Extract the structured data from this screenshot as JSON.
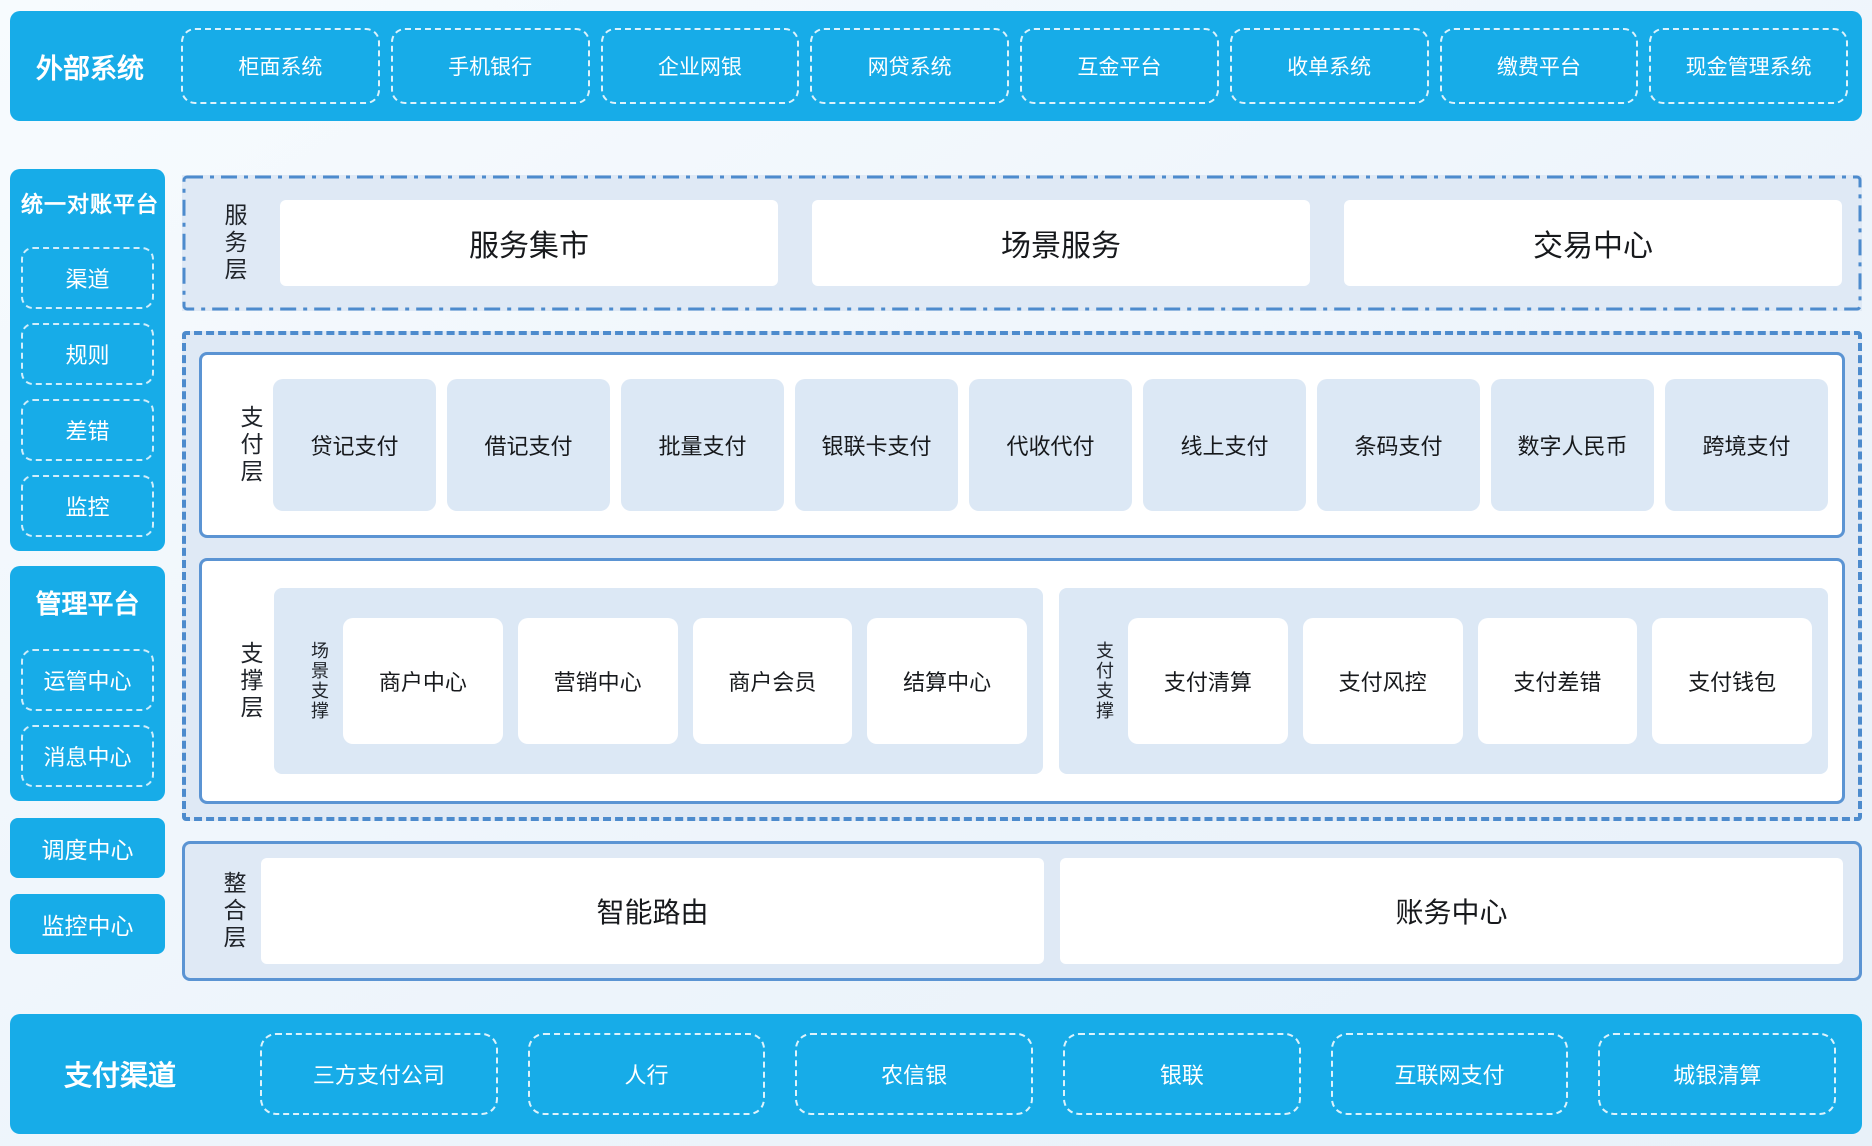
{
  "colors": {
    "primary_blue": "#17ACE8",
    "panel_light_blue": "#DFE9F5",
    "chip_light_blue": "#DCE8F5",
    "solid_border_blue": "#5B94D3",
    "dashed_border_blue": "#4D8BCD",
    "text_dark": "#1F2329",
    "text_white": "#FFFFFF"
  },
  "external_systems_bar": {
    "label": "外部系统",
    "items": [
      "柜面系统",
      "手机银行",
      "企业网银",
      "网贷系统",
      "互金平台",
      "收单系统",
      "缴费平台",
      "现金管理系统"
    ]
  },
  "left_column": {
    "reconciliation_platform": {
      "title": "统一对账平台",
      "items": [
        "渠道",
        "规则",
        "差错",
        "监控"
      ]
    },
    "management_platform": {
      "title": "管理平台",
      "items": [
        "运管中心",
        "消息中心"
      ]
    },
    "dispatch_center": "调度中心",
    "monitor_center": "监控中心"
  },
  "service_layer": {
    "label": "服务层",
    "items": [
      "服务集市",
      "场景服务",
      "交易中心"
    ]
  },
  "payment_layer": {
    "label": "支付层",
    "items": [
      "贷记支付",
      "借记支付",
      "批量支付",
      "银联卡支付",
      "代收代付",
      "线上支付",
      "条码支付",
      "数字人民币",
      "跨境支付"
    ]
  },
  "support_layer": {
    "label": "支撑层",
    "scene_group": {
      "label": "场景支撑",
      "items": [
        "商户中心",
        "营销中心",
        "商户会员",
        "结算中心"
      ]
    },
    "payment_group": {
      "label": "支付支撑",
      "items": [
        "支付清算",
        "支付风控",
        "支付差错",
        "支付钱包"
      ]
    }
  },
  "integration_layer": {
    "label": "整合层",
    "items": [
      "智能路由",
      "账务中心"
    ]
  },
  "payment_channels_bar": {
    "label": "支付渠道",
    "items": [
      "三方支付公司",
      "人行",
      "农信银",
      "银联",
      "互联网支付",
      "城银清算"
    ]
  }
}
